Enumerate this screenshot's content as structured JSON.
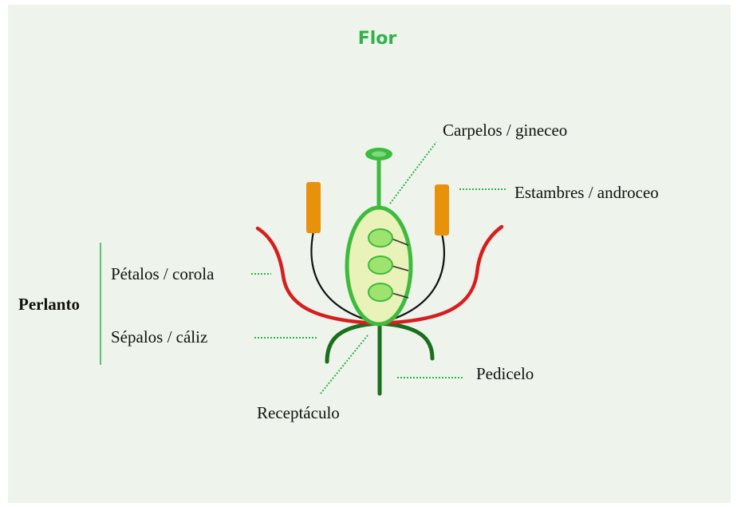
{
  "diagram": {
    "title": "Flor",
    "labels": {
      "carpelos": "Carpelos / gineceo",
      "estambres": "Estambres / androceo",
      "petalos": "Pétalos / corola",
      "sepalos": "Sépalos / cáliz",
      "perlanto": "Perlanto",
      "pedicelo": "Pedicelo",
      "receptaculo": "Receptáculo"
    },
    "colors": {
      "background": "#eef4ec",
      "title": "#2fb24a",
      "petal": "#d61e1e",
      "sepal": "#1b6e1b",
      "pistil": "#3dbb3d",
      "ovary_fill": "#e9f2b8",
      "ovule": "#9ee36e",
      "anther": "#e8910a",
      "filament": "#111111",
      "leader": "#2fb24a"
    }
  }
}
